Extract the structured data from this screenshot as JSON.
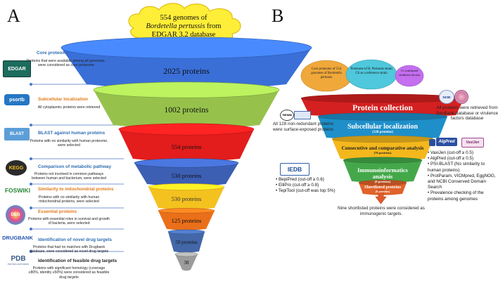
{
  "panelA": {
    "letter": "A",
    "cloud_line1": "554 genomes of",
    "cloud_line2": "Bordetella pertussis",
    "cloud_line3": "from",
    "cloud_line4": "EDGAR 3.2 database",
    "funnel_values": [
      "2025 proteins",
      "1002 proteins",
      "554 proteins",
      "530 proteins",
      "530 proteins",
      "125 proteins",
      "59 proteins",
      "38"
    ],
    "funnel_colors": [
      "#3a6fd8",
      "#96c24c",
      "#e31c1c",
      "#3c5fb4",
      "#f4c21f",
      "#ea6f1a",
      "#4367a8",
      "#9c9c9c"
    ],
    "steps": [
      {
        "title": "Core proteome",
        "desc": "Proteins that were available among all genomes, were considered as core proteome",
        "logo": "EDGAR"
      },
      {
        "title": "Subcellular localization",
        "desc": "All cytoplasmic proteins were retrieved",
        "logo": "psortb"
      },
      {
        "title": "BLAST against human proteins",
        "desc": "Proteins with no similarity with human proteome, were selected",
        "logo": "BLAST"
      },
      {
        "title": "Comparison of metabolic pathway",
        "desc": "Proteins not involved in common pathways between human and bacterium, were selected",
        "logo": "KEGG"
      },
      {
        "title": "Similarity to mitochondrial proteins",
        "desc": "Proteins with no similarity with human mitochondrial proteins, were selected",
        "logo": "FOSWIKI"
      },
      {
        "title": "Essential proteins",
        "desc": "Proteins with essential roles in survival and growth of bacteria, were selected",
        "logo": "DEG"
      },
      {
        "title": "Identification of novel drug targets",
        "desc": "Proteins that had no matches with Drugbank database, were considered as novel drug targets",
        "logo": "DRUGBANK"
      },
      {
        "title": "Identification of feasible drug targets",
        "desc": "Proteins with significant homology (coverage ≥80%, identity ≥50%) were considered as feasible drug targets",
        "logo": "PDB"
      }
    ],
    "pdb_sub": "PROTEIN DATA BANK"
  },
  "panelB": {
    "letter": "B",
    "ovals": [
      {
        "text": "Core proteome of 554 genomes of Bordetella pertussis",
        "color": "#f0a83a"
      },
      {
        "text": "Proteome of B. Pertussis strain CS as a reference strain",
        "color": "#4fc7dc"
      },
      {
        "text": "11 confirmed virulence factors",
        "color": "#c46ef0"
      }
    ],
    "layers": [
      {
        "title": "Protein collection",
        "sub": "",
        "color": "#d42020"
      },
      {
        "title": "Subcellular localization",
        "sub": "(128 proteins)",
        "color": "#1f8fc9"
      },
      {
        "title": "Consecutive and comparative analysis",
        "sub": "(76 proteins)",
        "color": "#f4b81d"
      },
      {
        "title": "Immunoinformatics analysis",
        "sub": "(9 proteins)",
        "color": "#44a84a"
      },
      {
        "title": "Shortlisted proteins",
        "sub": "(9 proteins)",
        "color": "#e0632a"
      }
    ],
    "ncbi_label": "NCBI",
    "tmhmm_label": "TMHMM",
    "algpred_label": "AlgPred",
    "vaxijen_label": "VaxiJen",
    "iedb_label": "IEDB",
    "ncbi_note": "All proteins were retrieved from GenBank database or virulence factors database",
    "tmhmm_note": "All 128 non-redundant proteins were surface-exposed proteins",
    "right_bullets": [
      "VaxiJen (cut-off ≥ 0.5)",
      "AlgPred (cut-off ≥ 0.5)",
      "PSI-BLAST (No similarity to human proteins)",
      "ProtParam, VICMpred, EggNOG, and NCBI  Conserved Domain Search",
      "Prevalence checking of the proteins among genomes"
    ],
    "left_bullets": [
      "BepiPred (cut-off ≥ 0.6)",
      "ElliPro (cut-off ≥ 0.8)",
      "TepiTool (cut-off was top 5%)"
    ],
    "bottom_note": "Nine shortlisted proteins were considered as immunogenic targets."
  }
}
